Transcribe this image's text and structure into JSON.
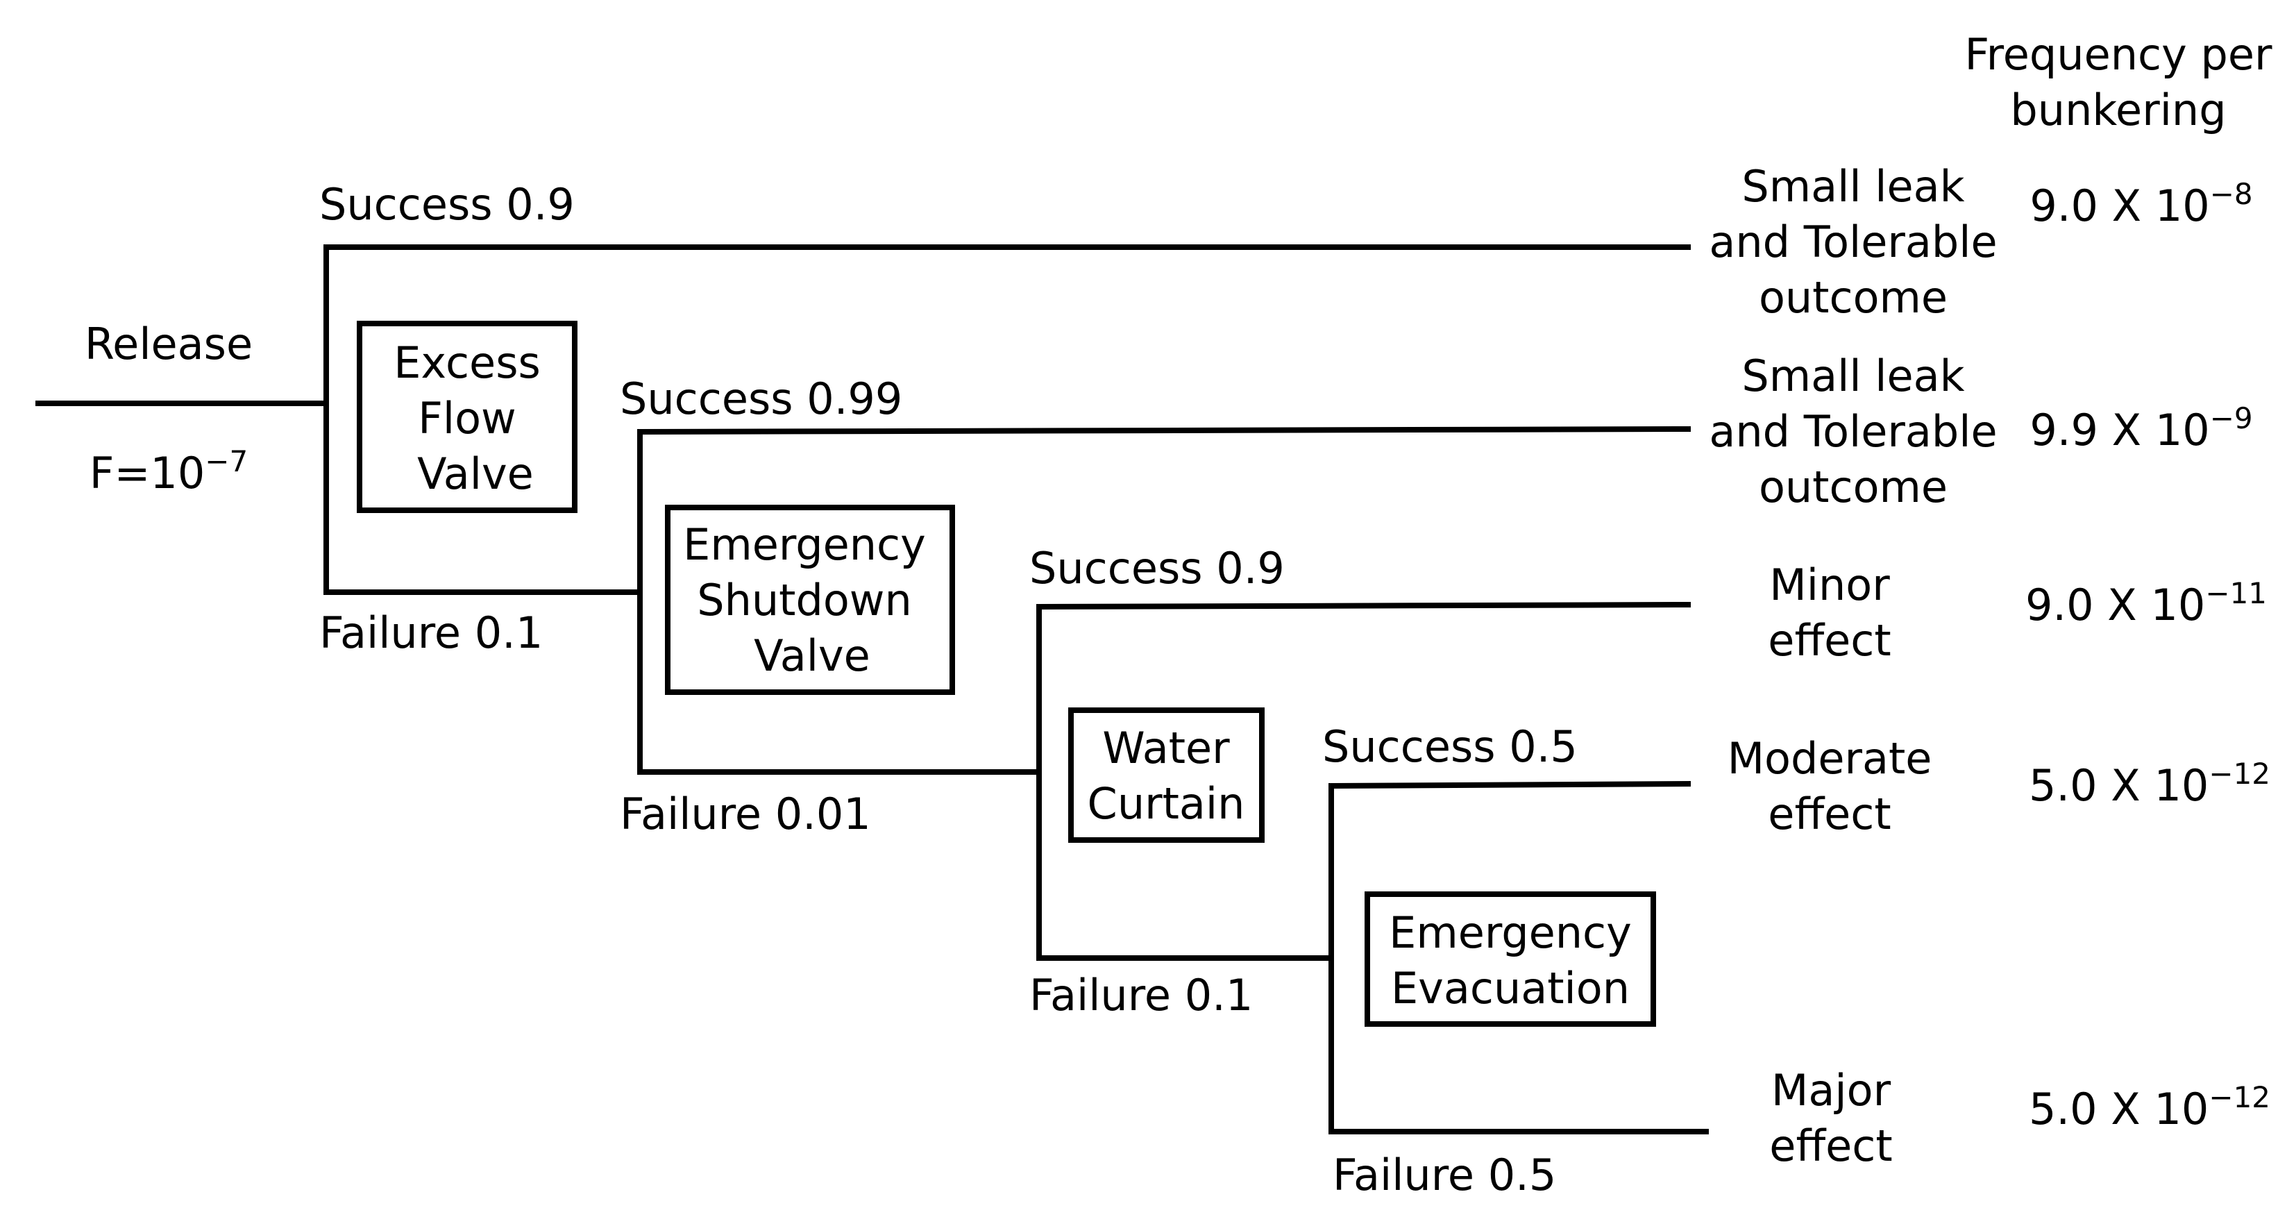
{
  "header": {
    "frequency_line1": "Frequency per",
    "frequency_line2": "bunkering"
  },
  "initiator": {
    "label": "Release",
    "frequency_base": "F=10",
    "frequency_exp": "−7"
  },
  "barriers": {
    "excess_flow_valve": [
      "Excess",
      "Flow",
      "Valve"
    ],
    "emergency_shutdown_valve": [
      "Emergency",
      "Shutdown",
      "Valve"
    ],
    "water_curtain": [
      "Water",
      "Curtain"
    ],
    "emergency_evacuation": [
      "Emergency",
      "Evacuation"
    ]
  },
  "branches": {
    "efv_success": "Success 0.9",
    "efv_failure": "Failure 0.1",
    "esd_success": "Success 0.99",
    "esd_failure": "Failure 0.01",
    "wc_success": "Success 0.9",
    "wc_failure": "Failure 0.1",
    "ee_success": "Success 0.5",
    "ee_failure": "Failure 0.5"
  },
  "outcomes": [
    {
      "lines": [
        "Small leak",
        "and Tolerable",
        "outcome"
      ],
      "freq_base": "9.0 X 10",
      "freq_exp": "−8"
    },
    {
      "lines": [
        "Small leak",
        "and Tolerable",
        "outcome"
      ],
      "freq_base": "9.9 X 10",
      "freq_exp": "−9"
    },
    {
      "lines": [
        "Minor",
        "effect"
      ],
      "freq_base": "9.0 X 10",
      "freq_exp": "−11"
    },
    {
      "lines": [
        "Moderate",
        "effect"
      ],
      "freq_base": "5.0 X 10",
      "freq_exp": "−12"
    },
    {
      "lines": [
        "Major",
        "effect"
      ],
      "freq_base": "5.0 X 10",
      "freq_exp": "−12"
    }
  ]
}
